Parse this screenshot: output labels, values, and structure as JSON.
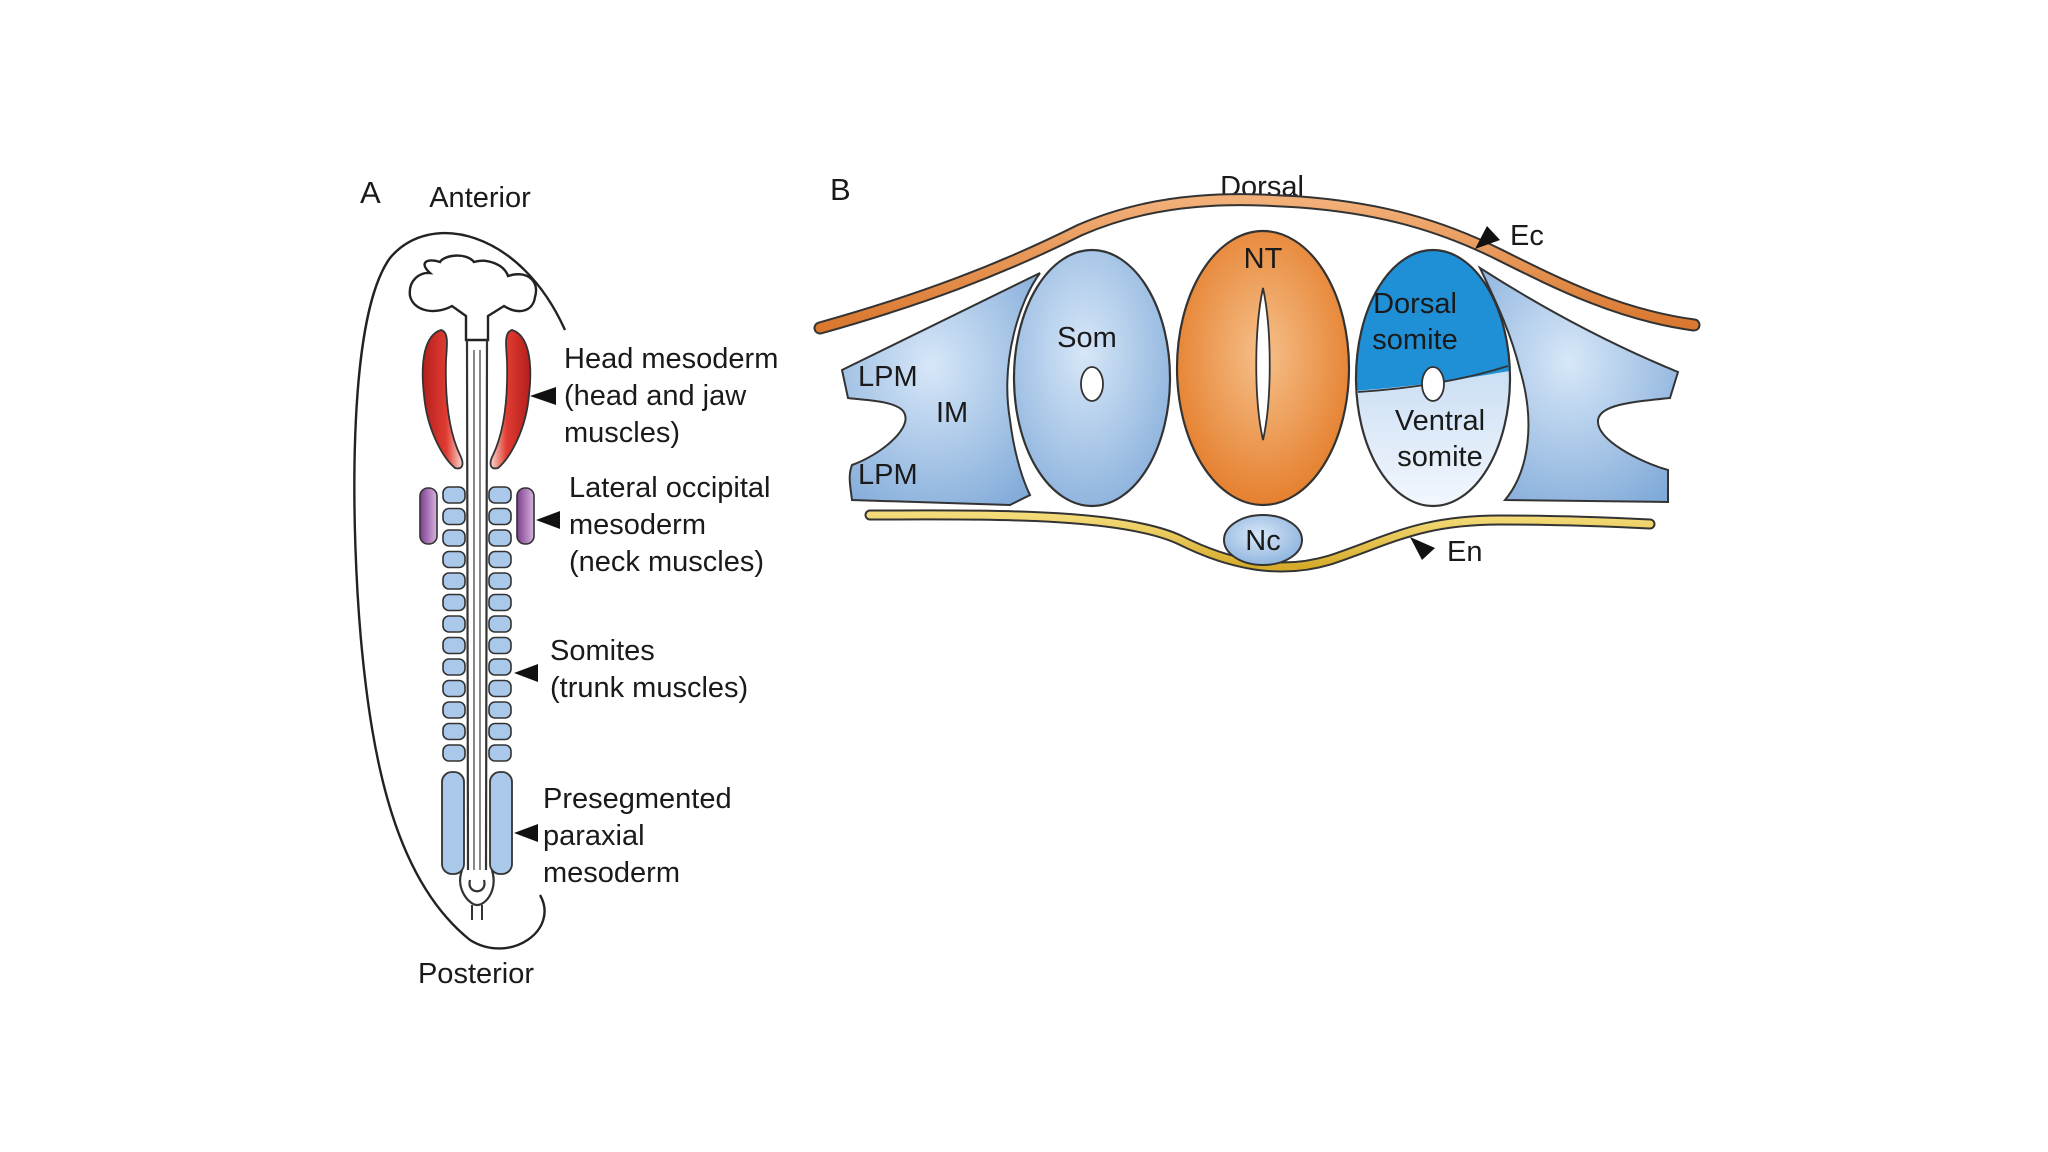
{
  "panel_a": {
    "letter": "A",
    "anterior": "Anterior",
    "posterior": "Posterior",
    "labels": {
      "head": [
        "Head mesoderm",
        "(head and jaw",
        "muscles)"
      ],
      "occipital": [
        "Lateral occipital",
        "mesoderm",
        "(neck muscles)"
      ],
      "somites": [
        "Somites",
        "(trunk muscles)"
      ],
      "presegmented": [
        "Presegmented",
        "paraxial",
        "mesoderm"
      ]
    }
  },
  "panel_b": {
    "letter": "B",
    "dorsal": "Dorsal",
    "ec": "Ec",
    "en": "En",
    "nt": "NT",
    "som": "Som",
    "nc": "Nc",
    "lpm_top": "LPM",
    "lpm_bottom": "LPM",
    "im": "IM",
    "dorsal_somite": [
      "Dorsal",
      "somite"
    ],
    "ventral_somite": [
      "Ventral",
      "somite"
    ]
  },
  "colors": {
    "head_mesoderm": "#d0322a",
    "occipital_mesoderm": "#9a5aa8",
    "somite_blue": "#a9c8ea",
    "neural_tube": "#e8822a",
    "dorsal_somite": "#1f8fd6",
    "ectoderm": "#e8944a",
    "endoderm": "#e0b83c",
    "outline": "#333333"
  }
}
